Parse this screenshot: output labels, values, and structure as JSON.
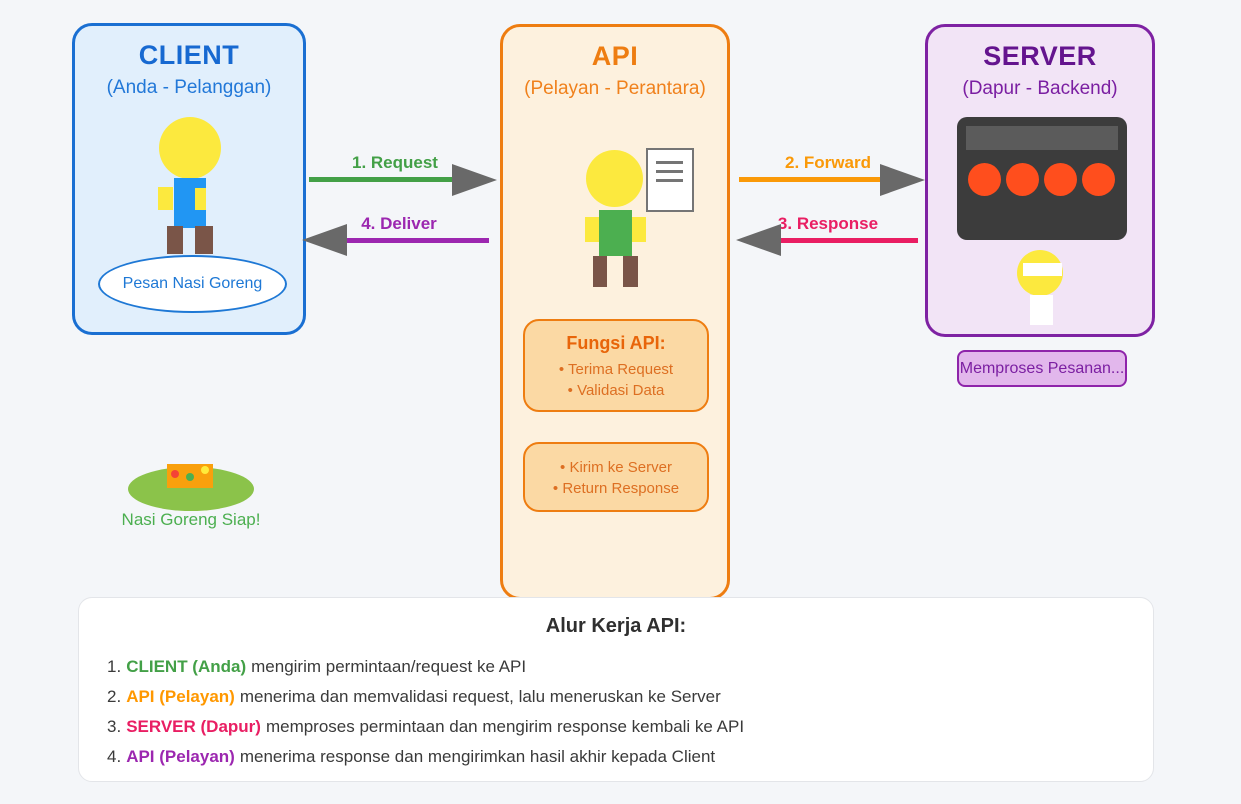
{
  "colors": {
    "page_bg": "#F4F6F9",
    "client_accent": "#1A6FD2",
    "client_bg": "#E1EFFC",
    "api_accent": "#EE7D11",
    "api_bg": "#FDF1DE",
    "api_subbox_bg": "#FBD9A4",
    "server_accent": "#7E22A3",
    "server_bg": "#F2E4F6",
    "arrowhead_gray": "#696969",
    "green": "#43A047",
    "orange": "#FA9908",
    "pink": "#E91E63",
    "purple": "#9C27B0",
    "burner_red": "#FF4E1D",
    "text_dark": "#3A3A3A"
  },
  "client": {
    "title": "CLIENT",
    "subtitle": "(Anda - Pelanggan)",
    "bubble_label": "Pesan Nasi Goreng"
  },
  "api": {
    "title": "API",
    "subtitle": "(Pelayan - Perantara)",
    "functions_box": {
      "title": "Fungsi API:",
      "items": [
        "• Terima Request",
        "• Validasi Data"
      ]
    },
    "functions_box2": {
      "items": [
        "• Kirim ke Server",
        "• Return Response"
      ]
    }
  },
  "server": {
    "title": "SERVER",
    "subtitle": "(Dapur - Backend)",
    "status_label": "Memproses Pesanan..."
  },
  "arrows": {
    "request": {
      "label": "1. Request",
      "color": "#43A047",
      "direction": "right"
    },
    "forward": {
      "label": "2. Forward",
      "color": "#FA9908",
      "direction": "right"
    },
    "response": {
      "label": "3. Response",
      "color": "#E91E63",
      "direction": "left"
    },
    "deliver": {
      "label": "4. Deliver",
      "color": "#9C27B0",
      "direction": "left"
    }
  },
  "plate": {
    "label": "Nasi Goreng Siap!",
    "color": "#4CAF50"
  },
  "workflow": {
    "title": "Alur Kerja API:",
    "steps": [
      {
        "num": "1.",
        "actor": "CLIENT (Anda)",
        "actor_color": "#43A047",
        "text": "mengirim permintaan/request ke API"
      },
      {
        "num": "2.",
        "actor": "API (Pelayan)",
        "actor_color": "#FF9800",
        "text": "menerima dan memvalidasi request, lalu meneruskan ke Server"
      },
      {
        "num": "3.",
        "actor": "SERVER (Dapur)",
        "actor_color": "#E91E63",
        "text": "memproses permintaan dan mengirim response kembali ke API"
      },
      {
        "num": "4.",
        "actor": "API (Pelayan)",
        "actor_color": "#9C27B0",
        "text": "menerima response dan mengirimkan hasil akhir kepada Client"
      }
    ]
  },
  "icons": {
    "client_person": "person-figure-blue-shirt",
    "api_person": "person-figure-green-shirt",
    "order_note": "lined-paper-note",
    "stove": "stove-with-four-burners",
    "pot": "pot-under-stove",
    "plate": "plate-of-nasi-goreng",
    "arrowheads": "gray-triangle-arrowheads"
  }
}
